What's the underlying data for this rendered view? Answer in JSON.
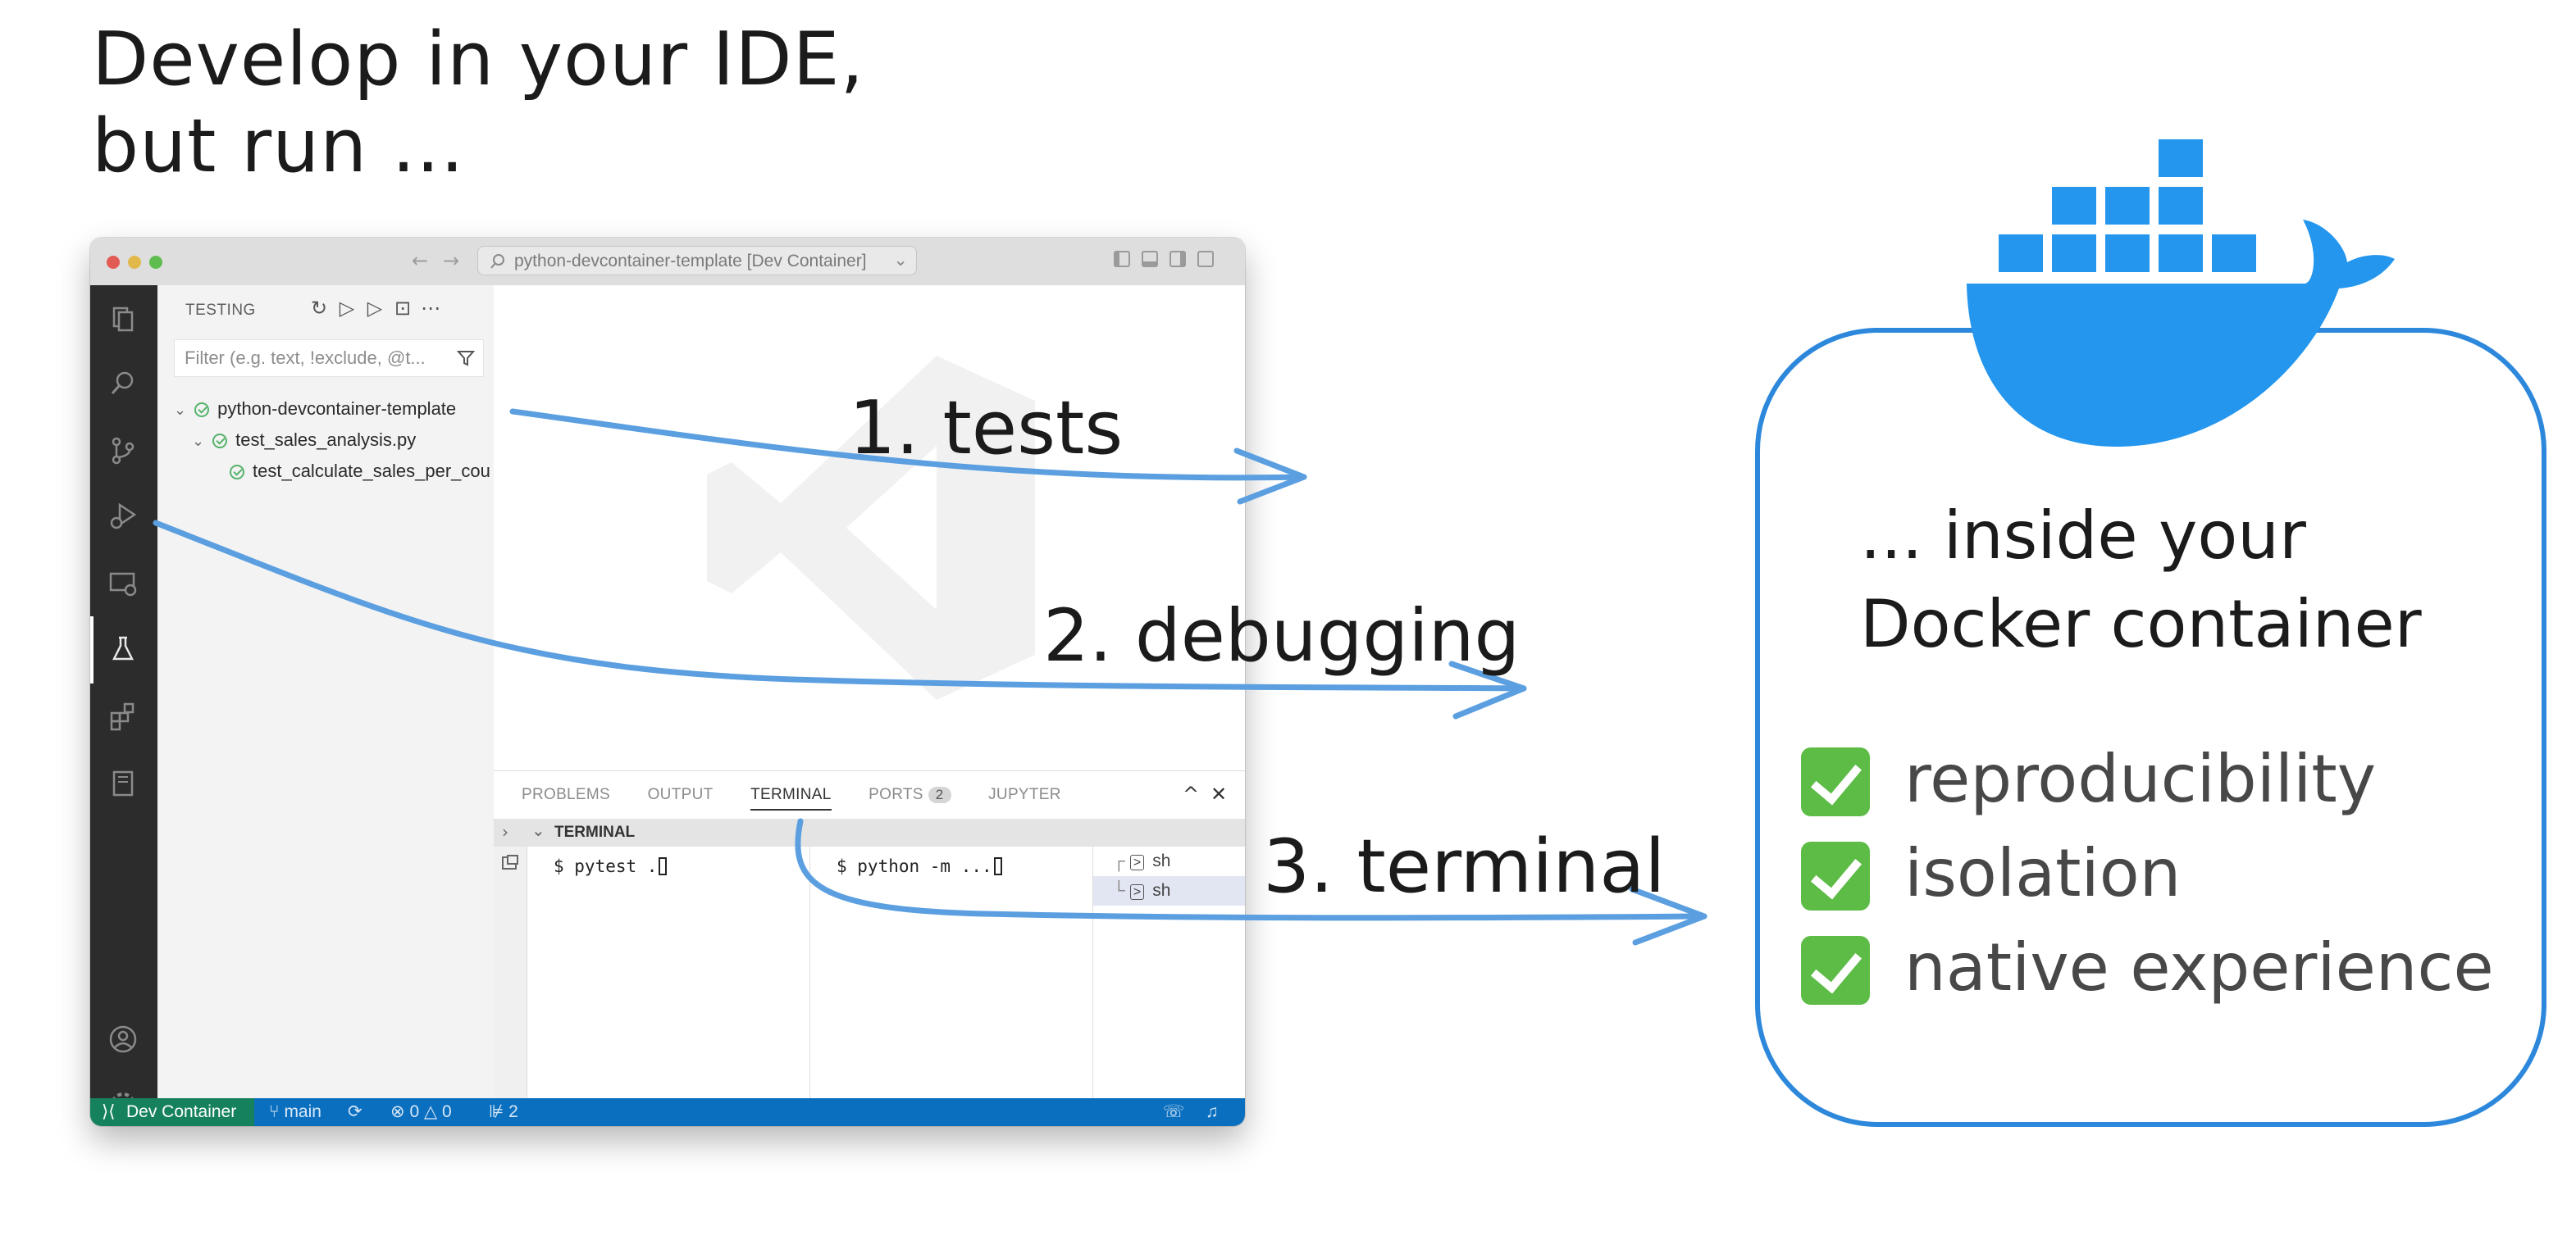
{
  "heading": {
    "line1": "Develop in your IDE,",
    "line2": "but run ..."
  },
  "window": {
    "title_search": "python-devcontainer-template [Dev Container]",
    "sidebar": {
      "header": "TESTING",
      "filter_placeholder": "Filter (e.g. text, !exclude, @t...",
      "tree": [
        {
          "label": "python-devcontainer-template"
        },
        {
          "label": "test_sales_analysis.py"
        },
        {
          "label": "test_calculate_sales_per_cou"
        }
      ]
    },
    "panel": {
      "tabs": [
        "PROBLEMS",
        "OUTPUT",
        "TERMINAL",
        "PORTS",
        "JUPYTER"
      ],
      "ports_badge": "2",
      "terminal_header": "TERMINAL",
      "terminal1_cmd": "$ pytest .",
      "terminal2_cmd": "$ python -m ...",
      "shells": [
        "sh",
        "sh"
      ]
    },
    "statusbar": {
      "remote": "Dev Container",
      "branch": "main",
      "errors": "0",
      "warnings": "0",
      "ports": "2"
    }
  },
  "arrows": {
    "tests_label": "1. tests",
    "debugging_label": "2. debugging",
    "terminal_label": "3. terminal"
  },
  "container": {
    "title_line1": "... inside your",
    "title_line2": "Docker container",
    "features": [
      "reproducibility",
      "isolation",
      "native experience"
    ]
  },
  "colors": {
    "arrow": "#5b9fe0",
    "docker_blue": "#2496ed",
    "statusbar": "#0b6fbf",
    "remote": "#16825d",
    "check_green": "#5cbc46"
  }
}
